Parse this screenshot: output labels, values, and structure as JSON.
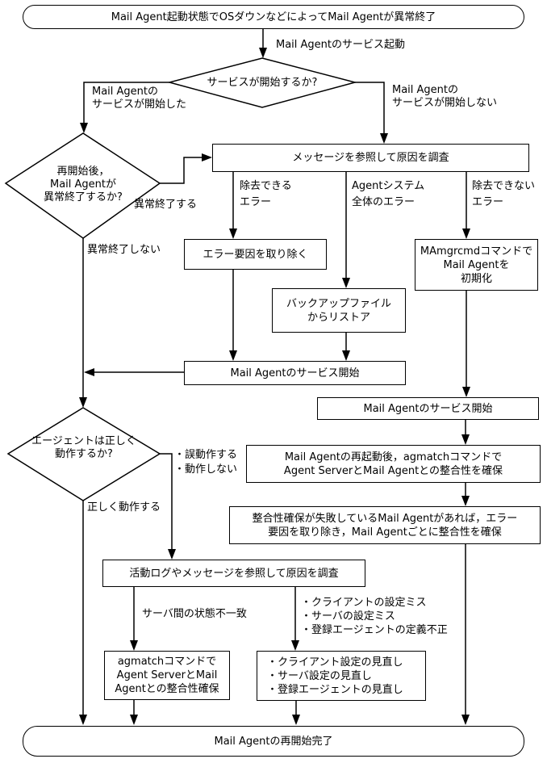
{
  "flowchart": {
    "colors": {
      "line": "#000000",
      "background": "#ffffff"
    },
    "start": "Mail Agent起動状態でOSダウンなどによってMail Agentが異常終了",
    "end": "Mail Agentの再開始完了",
    "decisions": {
      "service_start": "サービスが開始するか?",
      "restart_abend": [
        "再開始後，",
        "Mail Agentが",
        "異常終了するか?"
      ],
      "agent_ok": [
        "エージェントは正しく",
        "動作するか?"
      ]
    },
    "processes": {
      "investigate_message": "メッセージを参照して原因を調査",
      "remove_error": "エラー要因を取り除く",
      "restore_backup": [
        "バックアップファイル",
        "からリストア"
      ],
      "mamgrcmd_init": [
        "MAmgrcmdコマンドで",
        "Mail Agentを",
        "初期化"
      ],
      "service_start_1": "Mail Agentのサービス開始",
      "service_start_2": "Mail Agentのサービス開始",
      "agmatch_ensure": [
        "Mail Agentの再起動後，agmatchコマンドで",
        "Agent ServerとMail Agentとの整合性を確保"
      ],
      "fix_consistency": [
        "整合性確保が失敗しているMail Agentがあれば，エラー",
        "要因を取り除き，Mail Agentごとに整合性を確保"
      ],
      "investigate_log": "活動ログやメッセージを参照して原因を調査",
      "agmatch_fix": [
        "agmatchコマンドで",
        "Agent ServerとMail",
        "Agentとの整合性確保"
      ],
      "review_settings": [
        "・クライアント設定の見直し",
        "・サーバ設定の見直し",
        "・登録エージェントの見直し"
      ]
    },
    "edge_labels": {
      "service_boot": "Mail Agentのサービス起動",
      "started": [
        "Mail Agentの",
        "サービスが開始した"
      ],
      "not_started": [
        "Mail Agentの",
        "サービスが開始しない"
      ],
      "abend": "異常終了する",
      "no_abend": "異常終了しない",
      "removable": [
        "除去できる",
        "エラー"
      ],
      "agent_system": [
        "Agentシステム",
        "全体のエラー"
      ],
      "not_removable": [
        "除去できない",
        "エラー"
      ],
      "malfunction": [
        "・誤動作する",
        "・動作しない"
      ],
      "works_fine": "正しく動作する",
      "state_mismatch": "サーバ間の状態不一致",
      "config_miss": [
        "・クライアントの設定ミス",
        "・サーバの設定ミス",
        "・登録エージェントの定義不正"
      ]
    }
  }
}
